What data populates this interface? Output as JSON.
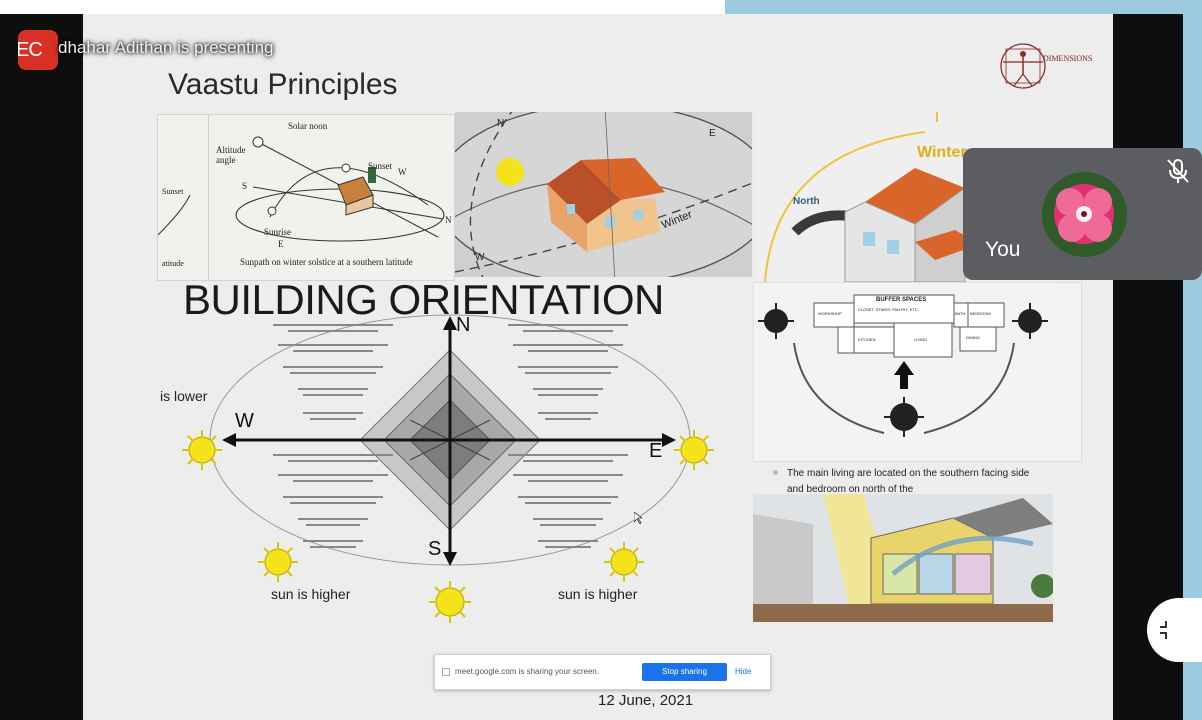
{
  "meeting": {
    "rec_badge": "EC",
    "presenter_text": "dhahar Adithan is presenting",
    "self_tile_label": "You"
  },
  "slide": {
    "title": "Vaastu Principles",
    "heading": "BUILDING ORIENTATION",
    "logo_text": "DIMENSIONS",
    "sun_diagram": {
      "solar_noon": "Solar noon",
      "altitude_angle": "Altitude\nangle",
      "sunset": "Sunset",
      "sunrise": "Sunrise",
      "west": "W",
      "south": "S",
      "north": "N",
      "east": "E",
      "caption": "Sunpath on winter solstice at a southern latitude",
      "left_sunset": "Sunset",
      "left_latitude": "atitude"
    },
    "globe_labels": {
      "n": "N",
      "e": "E",
      "w": "W",
      "winter": "Winter"
    },
    "house_labels": {
      "winter": "Winter",
      "north": "North"
    },
    "compass": {
      "n": "N",
      "s": "S",
      "e": "E",
      "w": "W",
      "is_lower": "is lower",
      "sun_higher_left": "sun is higher",
      "sun_higher_right": "sun is higher"
    },
    "plan_labels": {
      "buffer": "BUFFER SPACES",
      "buffer_sub": "CLOSET, STAIRS, PANTRY, ETC.",
      "bedroom": "BEDROOM",
      "workshop": "WORKSHOP",
      "living": "LIVING",
      "kitchen": "KITCHEN",
      "bath": "BATH",
      "dining": "DINING"
    },
    "caption": "The main living are located on the southern facing side and bedroom on north of the",
    "date": "12 June, 2021"
  },
  "share_bar": {
    "message": "meet.google.com is sharing your screen.",
    "stop_label": "Stop sharing",
    "hide_label": "Hide"
  },
  "colors": {
    "rec_red": "#d93025",
    "meet_blue": "#1a73e8",
    "sun_yellow": "#f4e21a",
    "roof_orange": "#d9652b",
    "tile_gray": "#5b5d61",
    "border_blue": "#9ccbe0"
  },
  "icons": [
    "mic-off-icon",
    "sun-icon",
    "compass-rose-icon",
    "screen-share-icon",
    "collapse-icon",
    "logo-vitruvian-icon"
  ]
}
